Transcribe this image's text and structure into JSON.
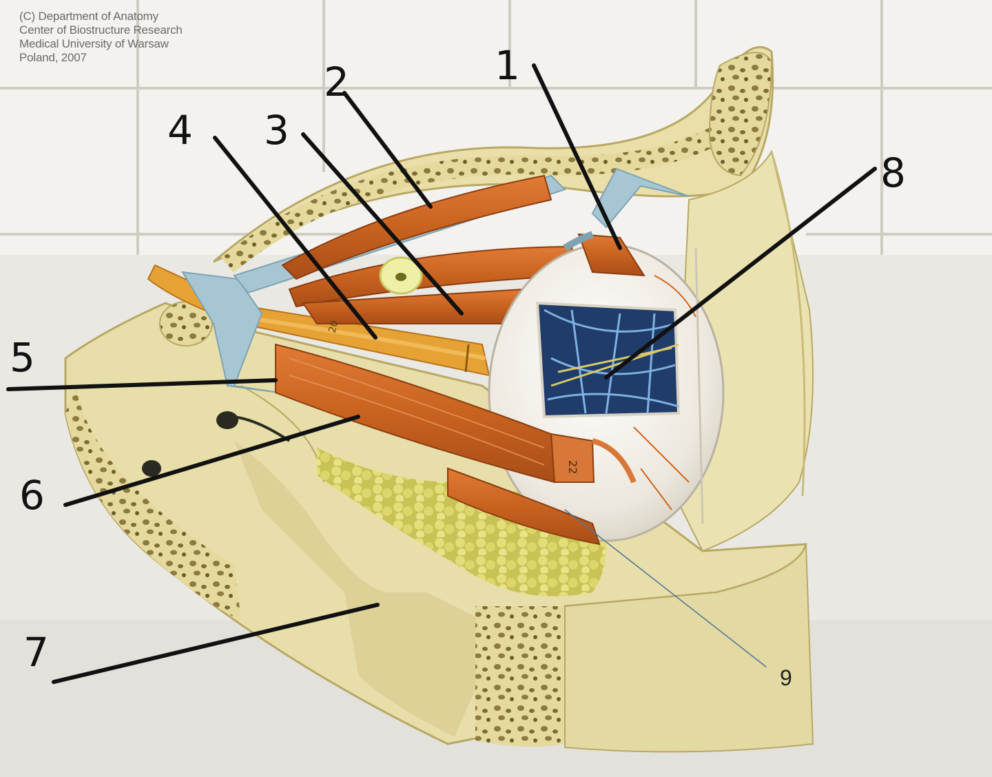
{
  "credit": {
    "line1": "(C) Department of Anatomy",
    "line2": "Center of Biostructure Research",
    "line3": "Medical University of Warsaw",
    "line4": "Poland, 2007"
  },
  "labels": {
    "l1": "1",
    "l2": "2",
    "l3": "3",
    "l4": "4",
    "l5": "5",
    "l6": "6",
    "l7": "7",
    "l8": "8",
    "l9": "9"
  },
  "model_marks": {
    "muscle_tag_a": "22",
    "muscle_tag_b": "20"
  },
  "colors": {
    "tile": "#f2f1ec",
    "grout": "#cfcdc6",
    "bone": "#e8dfae",
    "bone_dark": "#c9bb7a",
    "muscle": "#c8621f",
    "tendon": "#a9c8d4",
    "nerve": "#e59a2a",
    "fat": "#d9d46a",
    "sclera": "#f4f1ea",
    "iris_blue": "#1f3c6a"
  }
}
